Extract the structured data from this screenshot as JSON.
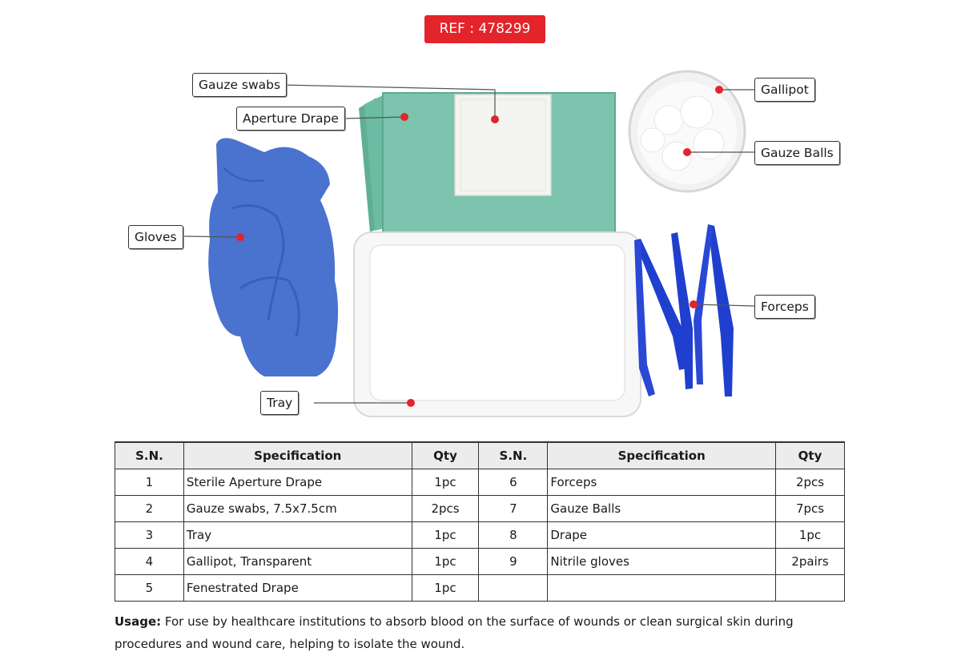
{
  "ref_badge": "REF : 478299",
  "labels": {
    "gauze_swabs": "Gauze swabs",
    "aperture_drape": "Aperture Drape",
    "gallipot": "Gallipot",
    "gauze_balls": "Gauze Balls",
    "gloves": "Gloves",
    "forceps": "Forceps",
    "tray": "Tray"
  },
  "colors": {
    "accent_red": "#e3242b",
    "drape_green": "#7cc4ad",
    "glove_blue": "#4a72cf",
    "forceps_blue": "#1f3fcf"
  },
  "table": {
    "headers": [
      "S.N.",
      "Specification",
      "Qty",
      "S.N.",
      "Specification",
      "Qty"
    ],
    "rows": [
      [
        "1",
        "Sterile Aperture Drape",
        "1pc",
        "6",
        "Forceps",
        "2pcs"
      ],
      [
        "2",
        "Gauze swabs, 7.5x7.5cm",
        "2pcs",
        "7",
        "Gauze Balls",
        "7pcs"
      ],
      [
        "3",
        "Tray",
        "1pc",
        "8",
        "Drape",
        "1pc"
      ],
      [
        "4",
        "Gallipot, Transparent",
        "1pc",
        "9",
        "Nitrile gloves",
        "2pairs"
      ],
      [
        "5",
        "Fenestrated Drape",
        "1pc",
        "",
        "",
        ""
      ]
    ]
  },
  "usage": {
    "label": "Usage:",
    "text": " For use by healthcare institutions to absorb blood on the surface of wounds or clean surgical skin during procedures and wound care, helping to isolate the wound."
  }
}
